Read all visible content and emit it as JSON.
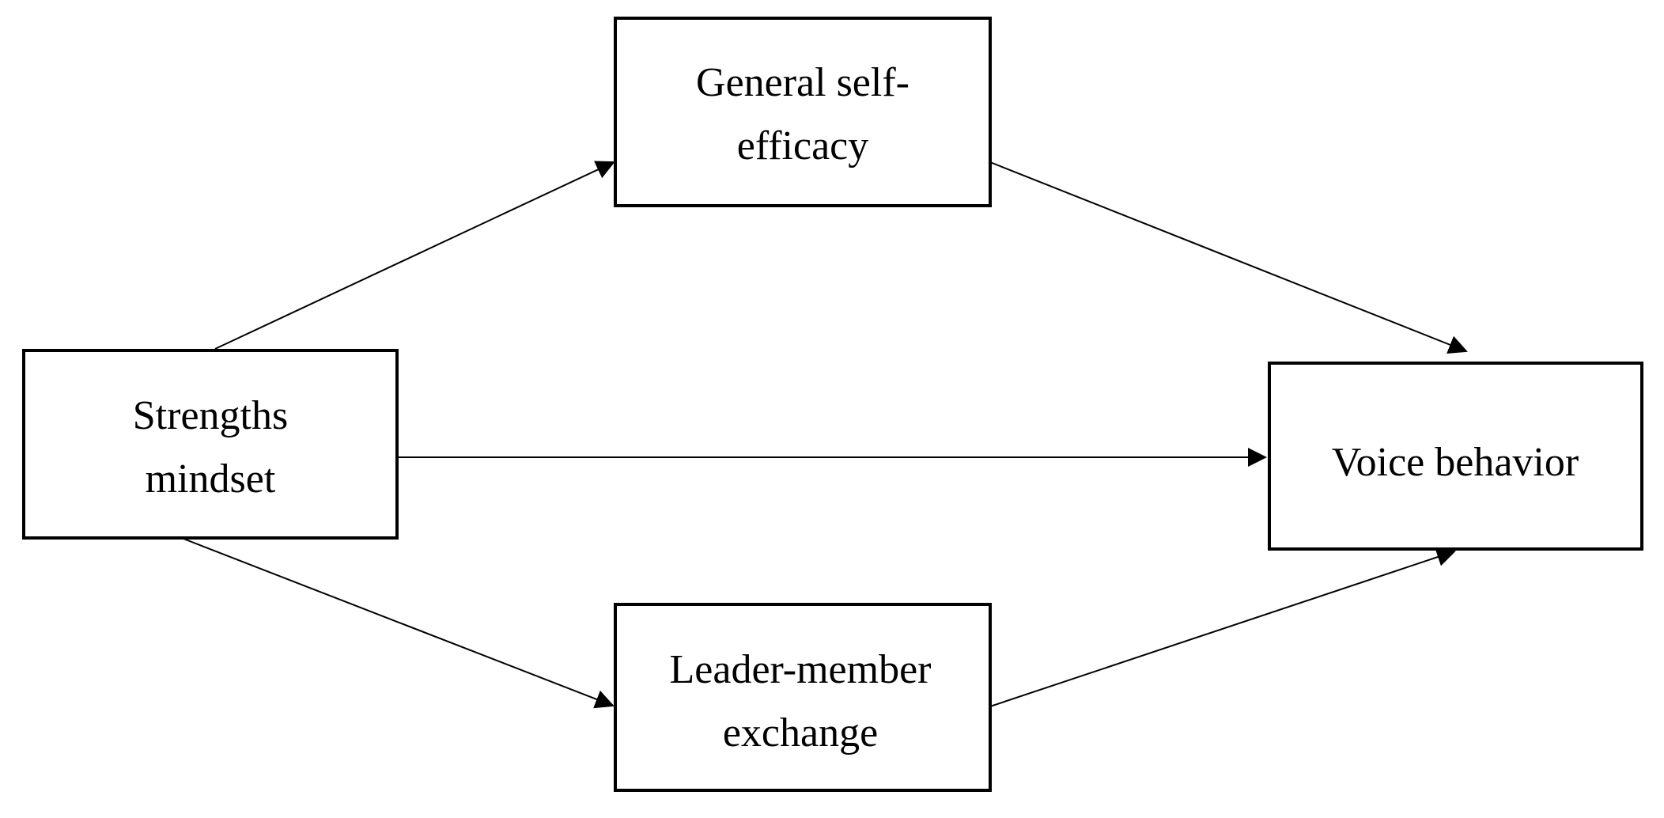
{
  "nodes": {
    "strengths_mindset": {
      "line1": "Strengths",
      "line2": "mindset"
    },
    "general_self_efficacy": {
      "line1": "General self-",
      "line2": "efficacy"
    },
    "leader_member_exchange": {
      "line1": "Leader-member",
      "line2": "exchange"
    },
    "voice_behavior": {
      "line1": "Voice behavior"
    }
  },
  "edges": [
    {
      "from": "strengths_mindset",
      "to": "general_self_efficacy"
    },
    {
      "from": "strengths_mindset",
      "to": "voice_behavior"
    },
    {
      "from": "strengths_mindset",
      "to": "leader_member_exchange"
    },
    {
      "from": "general_self_efficacy",
      "to": "voice_behavior"
    },
    {
      "from": "leader_member_exchange",
      "to": "voice_behavior"
    }
  ],
  "colors": {
    "stroke": "#000000",
    "background": "#ffffff"
  }
}
